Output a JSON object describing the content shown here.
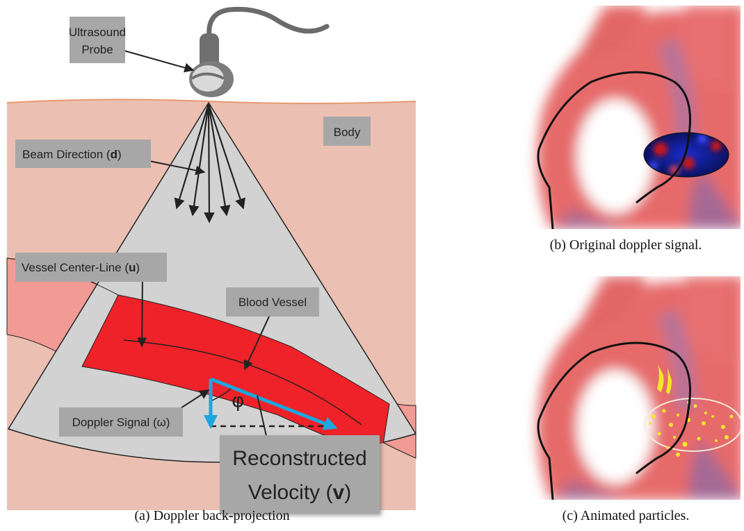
{
  "panel_a": {
    "labels": {
      "probe_line1": "Ultrasound",
      "probe_line2": "Probe",
      "body": "Body",
      "beam_pre": "Beam Direction (",
      "beam_sym": "d",
      "beam_post": ")",
      "vessel_cl_pre": "Vessel Center-Line (",
      "vessel_cl_sym": "u",
      "vessel_cl_post": ")",
      "blood_vessel": "Blood Vessel",
      "doppler_signal": "Doppler Signal (ω)",
      "angle_symbol": "φ",
      "recon_line1": "Reconstructed",
      "recon_pre": "Velocity (",
      "recon_sym": "v",
      "recon_post": ")"
    },
    "caption": "(a) Doppler back-projection"
  },
  "panel_b": {
    "caption": "(b) Original doppler signal."
  },
  "panel_c": {
    "caption": "(c) Animated particles."
  },
  "colors": {
    "body_fill": "#ebc0b2",
    "skin_line": "#e89870",
    "beam_fill": "#d2d2d2",
    "vessel_fill": "#ee2228",
    "vessel_outside": "#f29a94",
    "velocity_arrow": "#1ba7e0",
    "label_box": "#a7a7a7",
    "doppler_blue": "#1a2ccc",
    "doppler_red": "#c81818",
    "particles": "#f5e62a"
  }
}
